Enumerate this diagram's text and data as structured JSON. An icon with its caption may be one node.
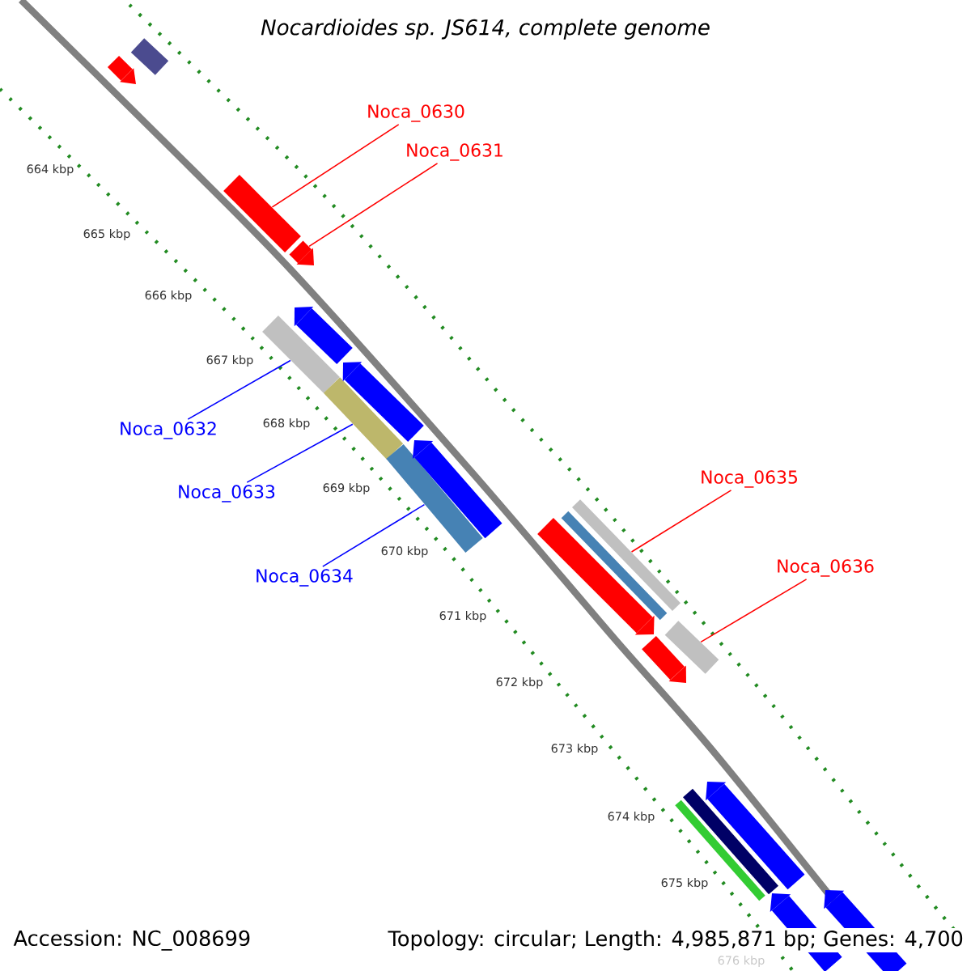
{
  "diagram": {
    "title": "Nocardioides sp. JS614, complete genome",
    "nodes": [
      {
        "text": [
          "Noca_0630"
        ]
      },
      {
        "text": [
          "Noca_0631"
        ]
      },
      {
        "text": [
          "Noca_0632"
        ]
      },
      {
        "text": [
          "Noca_0633"
        ]
      },
      {
        "text": [
          "Noca_0634"
        ]
      },
      {
        "text": [
          "Noca_0635"
        ]
      },
      {
        "text": [
          "Noca_0636"
        ]
      },
      {
        "text": [],
        "shape": "bar"
      },
      {
        "text": [],
        "shape": "arrow"
      },
      {
        "text": [],
        "shape": "bar"
      },
      {
        "text": [],
        "shape": "bar"
      },
      {
        "text": [],
        "shape": "bar"
      },
      {
        "text": [],
        "shape": "bar"
      },
      {
        "text": [],
        "shape": "bar"
      },
      {
        "text": [],
        "shape": "bar"
      },
      {
        "text": [],
        "shape": "arrow"
      },
      {
        "text": [],
        "shape": "arrow"
      },
      {
        "text": [],
        "shape": "arrow"
      },
      {
        "text": [],
        "shape": "arrow"
      },
      {
        "text": [],
        "shape": "arrow"
      },
      {
        "text": [],
        "shape": "bar"
      },
      {
        "text": [],
        "shape": "arrow"
      },
      {
        "text": [],
        "shape": "bar"
      },
      {
        "text": [],
        "shape": "bar"
      },
      {
        "text": [],
        "shape": "arrow"
      },
      {
        "text": [],
        "shape": "arrow"
      },
      {
        "text": [],
        "shape": "arrow"
      }
    ],
    "edges": [
      {
        "from": 0,
        "to": 7,
        "arrow": "none"
      },
      {
        "from": 1,
        "to": 8,
        "arrow": "none"
      },
      {
        "from": 2,
        "to": 9,
        "arrow": "none",
        "color": "#0000ff"
      },
      {
        "from": 3,
        "to": 10,
        "arrow": "none",
        "color": "#0000ff"
      },
      {
        "from": 4,
        "to": 11,
        "arrow": "none",
        "color": "#0000ff"
      },
      {
        "from": 5,
        "to": 12,
        "arrow": "none"
      },
      {
        "from": 6,
        "to": 13,
        "arrow": "none"
      }
    ],
    "labels": [
      "664 kbp",
      "665 kbp",
      "666 kbp",
      "667 kbp",
      "668 kbp",
      "669 kbp",
      "670 kbp",
      "671 kbp",
      "672 kbp",
      "673 kbp",
      "674 kbp",
      "675 kbp",
      "676 kbp",
      "Accession: NC_008699",
      "Topology: circular; Length: 4,985,871 bp; Genes: 4,700"
    ]
  }
}
